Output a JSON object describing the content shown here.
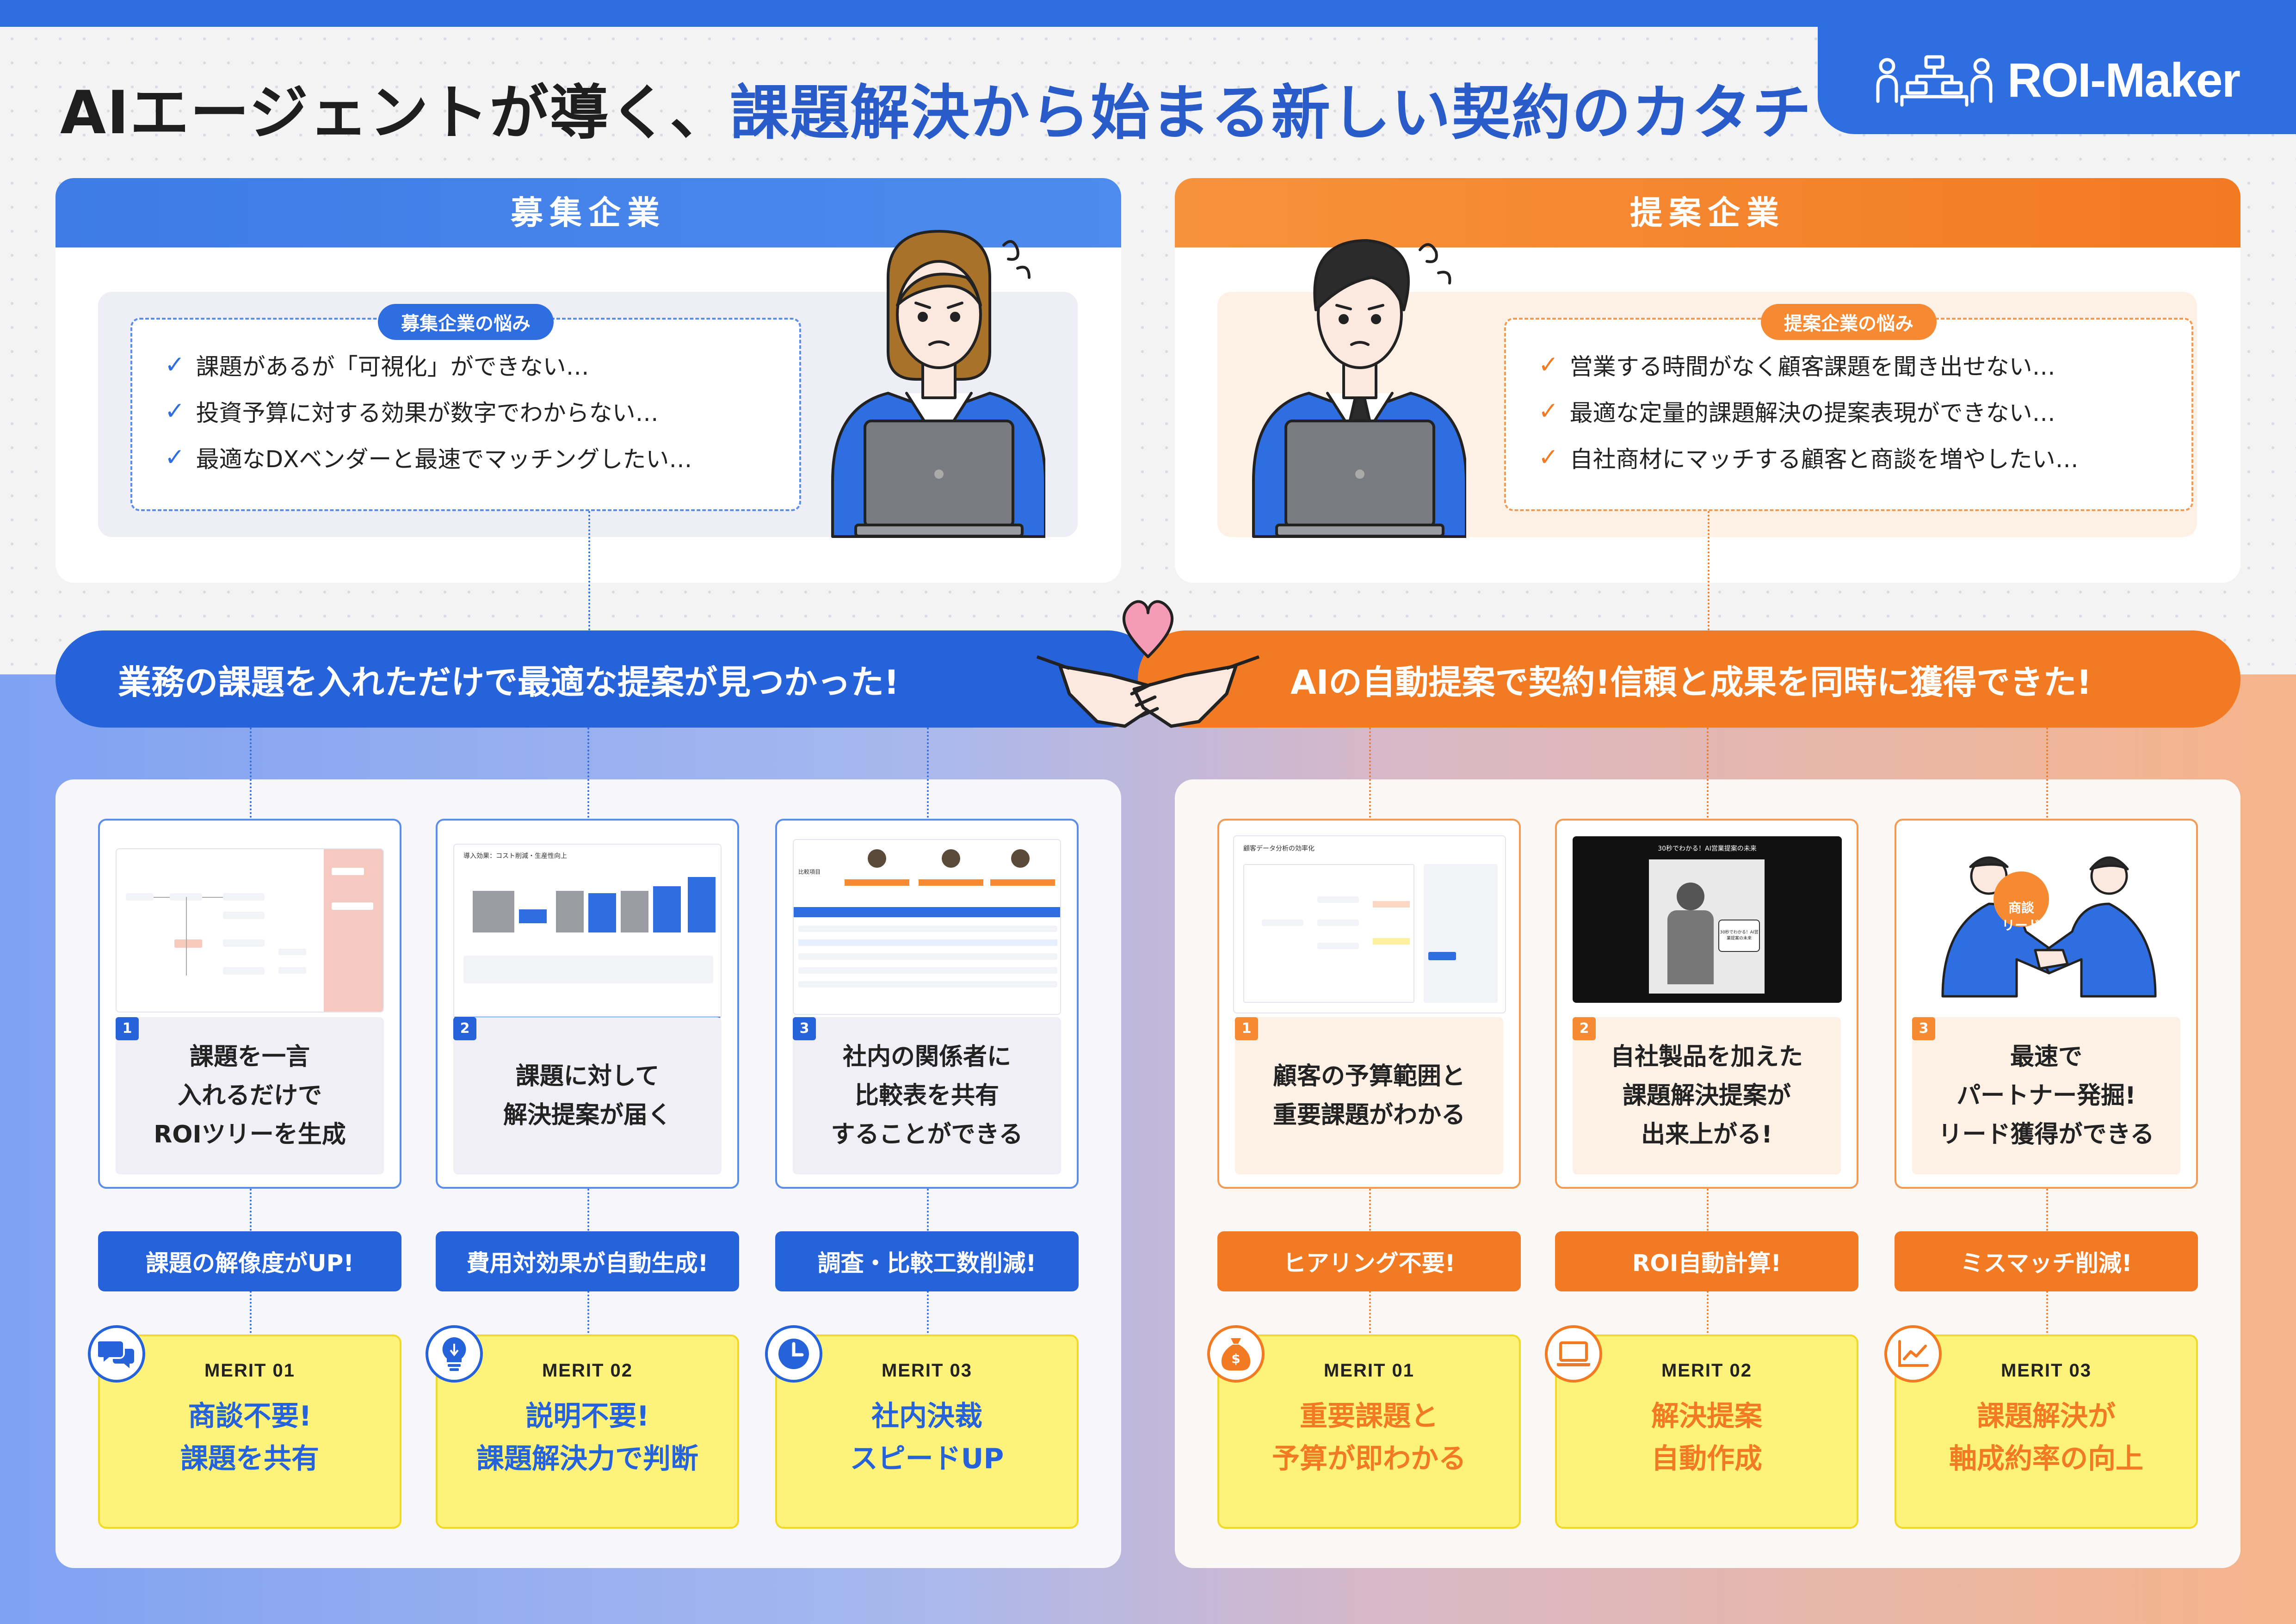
{
  "title": {
    "part1": "AIエージェントが導く、",
    "part2": "課題解決から始まる新しい契約のカタチ"
  },
  "logo": {
    "text": "ROI-Maker",
    "icon": "org-tree-people-icon"
  },
  "colors": {
    "blue": "#2f6ee0",
    "orange": "#f27a22",
    "yellow": "#fdf37a",
    "navy": "#1e3f9e"
  },
  "left": {
    "header": "募集企業",
    "worry_tag": "募集企業の悩み",
    "worries": [
      "課題があるが「可視化」ができない…",
      "投資予算に対する効果が数字でわからない…",
      "最適なDXベンダーと最速でマッチングしたい…"
    ],
    "banner": "業務の課題を入れただけで最適な提案が見つかった!",
    "steps": [
      {
        "num": "1",
        "lines": [
          "課題を一言",
          "入れるだけで",
          "ROIツリーを生成"
        ]
      },
      {
        "num": "2",
        "lines": [
          "課題に対して",
          "解決提案が届く"
        ]
      },
      {
        "num": "3",
        "lines": [
          "社内の関係者に",
          "比較表を共有",
          "することができる"
        ]
      }
    ],
    "pills": [
      "課題の解像度がUP!",
      "費用対効果が自動生成!",
      "調査・比較工数削減!"
    ],
    "merits": [
      {
        "label": "MERIT 01",
        "lines": [
          "商談不要!",
          "課題を共有"
        ],
        "icon": "chat-bubbles-icon"
      },
      {
        "label": "MERIT 02",
        "lines": [
          "説明不要!",
          "課題解決力で判断"
        ],
        "icon": "lightbulb-icon"
      },
      {
        "label": "MERIT 03",
        "lines": [
          "社内決裁",
          "スピードUP"
        ],
        "icon": "clock-icon"
      }
    ]
  },
  "right": {
    "header": "提案企業",
    "worry_tag": "提案企業の悩み",
    "worries": [
      "営業する時間がなく顧客課題を聞き出せない…",
      "最適な定量的課題解決の提案表現ができない…",
      "自社商材にマッチする顧客と商談を増やしたい…"
    ],
    "banner": "AIの自動提案で契約!信頼と成果を同時に獲得できた!",
    "steps": [
      {
        "num": "1",
        "lines": [
          "顧客の予算範囲と",
          "重要課題がわかる"
        ]
      },
      {
        "num": "2",
        "lines": [
          "自社製品を加えた",
          "課題解決提案が",
          "出来上がる!"
        ]
      },
      {
        "num": "3",
        "lines": [
          "最速で",
          "パートナー発掘!",
          "リード獲得ができる"
        ]
      }
    ],
    "pills": [
      "ヒアリング不要!",
      "ROI自動計算!",
      "ミスマッチ削減!"
    ],
    "merits": [
      {
        "label": "MERIT 01",
        "lines": [
          "重要課題と",
          "予算が即わかる"
        ],
        "icon": "money-bag-icon"
      },
      {
        "label": "MERIT 02",
        "lines": [
          "解決提案",
          "自動作成"
        ],
        "icon": "laptop-icon"
      },
      {
        "label": "MERIT 03",
        "lines": [
          "課題解決が",
          "軸成約率の向上"
        ],
        "icon": "trend-chart-icon"
      }
    ]
  },
  "screens": {
    "s2_title": "導入効果：コスト削減・生産性向上",
    "s3_header": "比較項目",
    "r1_title": "顧客データ分析の効率化",
    "r2_title": "30秒でわかる！AI営業提案の未来",
    "r2_caption": "30秒でわかる！AI営業提案の未来",
    "r3_badge": "商談\nリード"
  }
}
